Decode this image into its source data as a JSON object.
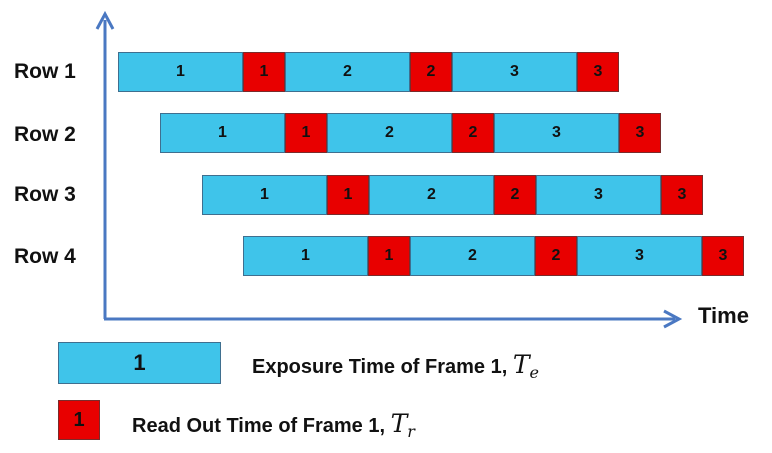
{
  "rows": [
    {
      "label": "Row 1",
      "segments": [
        {
          "kind": "exposure",
          "text": "1"
        },
        {
          "kind": "readout",
          "text": "1"
        },
        {
          "kind": "exposure",
          "text": "2"
        },
        {
          "kind": "readout",
          "text": "2"
        },
        {
          "kind": "exposure",
          "text": "3"
        },
        {
          "kind": "readout",
          "text": "3"
        }
      ]
    },
    {
      "label": "Row 2",
      "segments": [
        {
          "kind": "exposure",
          "text": "1"
        },
        {
          "kind": "readout",
          "text": "1"
        },
        {
          "kind": "exposure",
          "text": "2"
        },
        {
          "kind": "readout",
          "text": "2"
        },
        {
          "kind": "exposure",
          "text": "3"
        },
        {
          "kind": "readout",
          "text": "3"
        }
      ]
    },
    {
      "label": "Row 3",
      "segments": [
        {
          "kind": "exposure",
          "text": "1"
        },
        {
          "kind": "readout",
          "text": "1"
        },
        {
          "kind": "exposure",
          "text": "2"
        },
        {
          "kind": "readout",
          "text": "2"
        },
        {
          "kind": "exposure",
          "text": "3"
        },
        {
          "kind": "readout",
          "text": "3"
        }
      ]
    },
    {
      "label": "Row 4",
      "segments": [
        {
          "kind": "exposure",
          "text": "1"
        },
        {
          "kind": "readout",
          "text": "1"
        },
        {
          "kind": "exposure",
          "text": "2"
        },
        {
          "kind": "readout",
          "text": "2"
        },
        {
          "kind": "exposure",
          "text": "3"
        },
        {
          "kind": "readout",
          "text": "3"
        }
      ]
    }
  ],
  "axis": {
    "x_label": "Time"
  },
  "legend": {
    "exposure": {
      "swatch_text": "1",
      "text": "Exposure Time of Frame 1,",
      "symbol": "T",
      "subscript": "e"
    },
    "readout": {
      "swatch_text": "1",
      "text": "Read Out Time of Frame 1,",
      "symbol": "T",
      "subscript": "r"
    }
  },
  "colors": {
    "exposure": "#3fc4ea",
    "readout": "#e80000",
    "axis": "#4a78c2",
    "text": "#111111"
  }
}
